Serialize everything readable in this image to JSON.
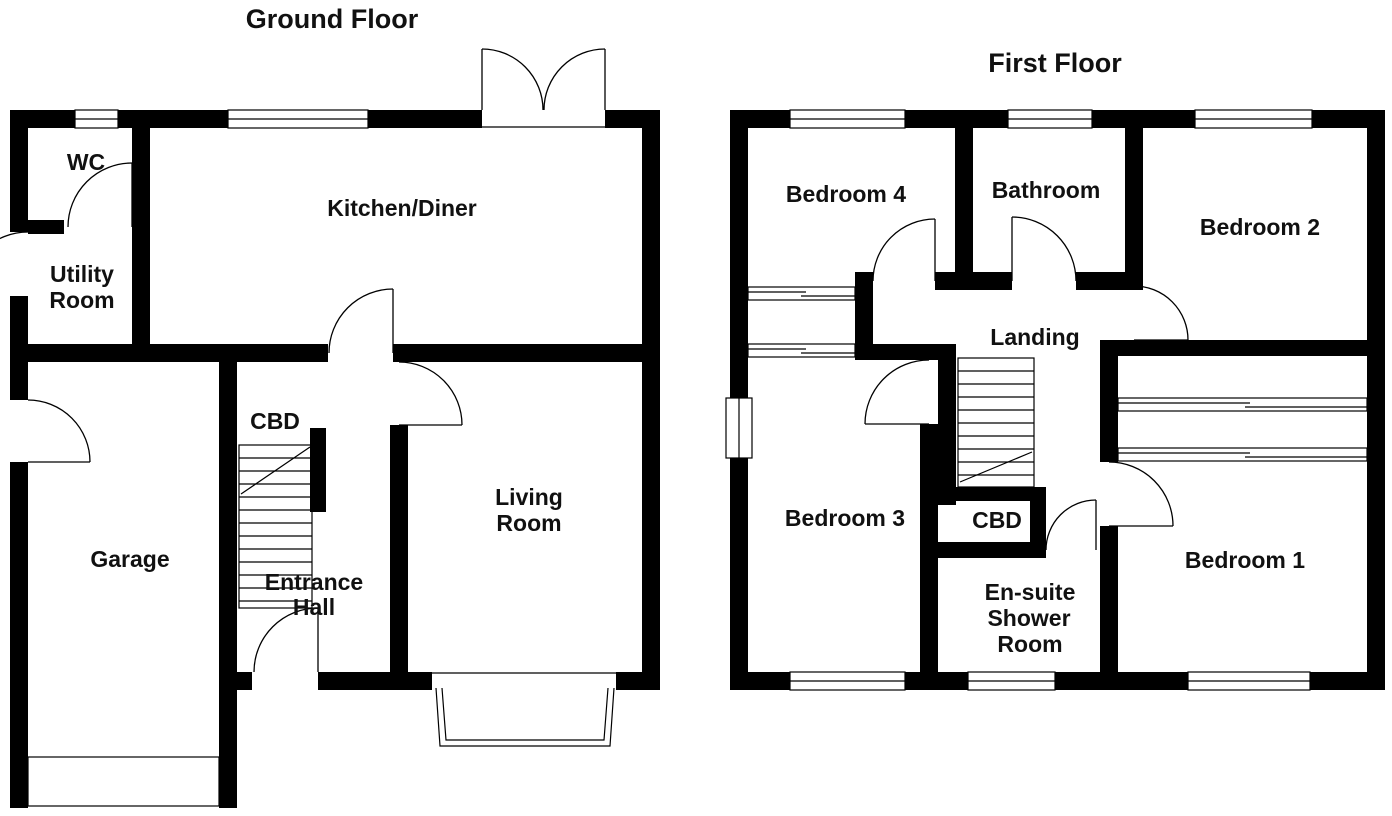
{
  "ground_floor": {
    "title": "Ground Floor",
    "rooms": {
      "wc": "WC",
      "utility_1": "Utility",
      "utility_2": "Room",
      "kitchen_diner": "Kitchen/Diner",
      "cbd": "CBD",
      "garage": "Garage",
      "entrance_1": "Entrance",
      "entrance_2": "Hall",
      "living_1": "Living",
      "living_2": "Room"
    }
  },
  "first_floor": {
    "title": "First Floor",
    "rooms": {
      "bedroom_4": "Bedroom 4",
      "bathroom": "Bathroom",
      "bedroom_2": "Bedroom 2",
      "landing": "Landing",
      "bedroom_3": "Bedroom 3",
      "cbd": "CBD",
      "ensuite_1": "En-suite",
      "ensuite_2": "Shower",
      "ensuite_3": "Room",
      "bedroom_1": "Bedroom 1"
    }
  },
  "colors": {
    "wall": "#000000",
    "line": "#000000",
    "background": "#ffffff",
    "text": "#111111"
  }
}
